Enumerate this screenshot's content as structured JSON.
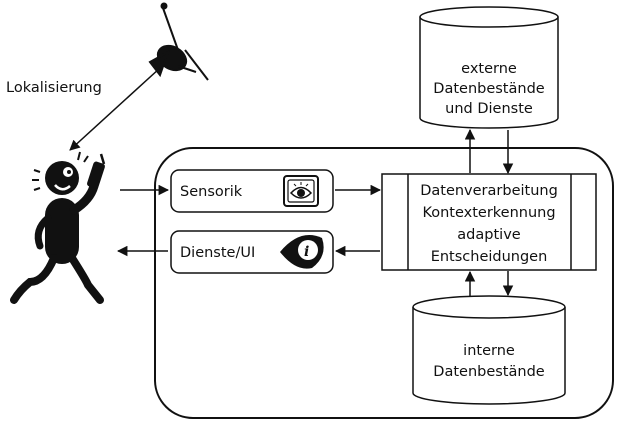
{
  "localization_label": "Lokalisierung",
  "sensorik_label": "Sensorik",
  "dienste_label": "Dienste/UI",
  "processing_lines": [
    "Datenverarbeitung",
    "Kontexterkennung",
    "adaptive",
    "Entscheidungen"
  ],
  "external_db_lines": [
    "externe",
    "Datenbestände",
    "und Dienste"
  ],
  "internal_db_lines": [
    "interne",
    "Datenbestände"
  ],
  "icons": {
    "satellite": "satellite-icon",
    "person": "person-with-phone-icon",
    "eye": "eye-icon",
    "info": "info-eye-icon"
  },
  "colors": {
    "stroke": "#111111",
    "fill": "#ffffff"
  }
}
